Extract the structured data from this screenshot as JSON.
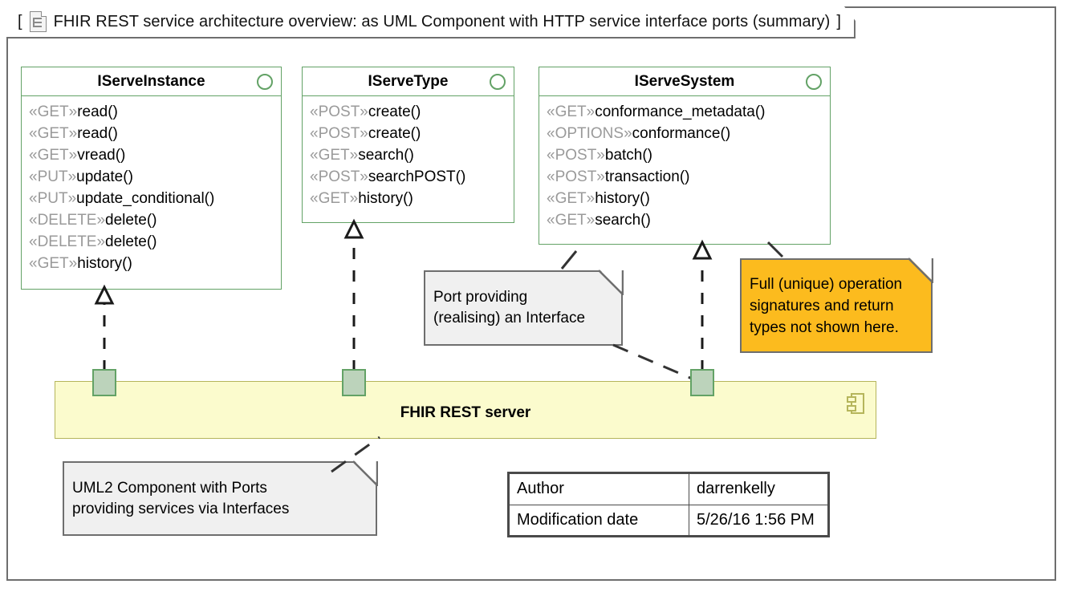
{
  "frame": {
    "label_open": "[",
    "label_close": "]",
    "title": "FHIR REST service architecture overview: as UML Component with HTTP service interface ports (summary)",
    "icon": "diagram-document-icon"
  },
  "interfaces": [
    {
      "name": "IServeInstance",
      "icon": "lollipop-interface-icon",
      "operations": [
        {
          "stereotype": "«GET»",
          "signature": "read()"
        },
        {
          "stereotype": "«GET»",
          "signature": "read()"
        },
        {
          "stereotype": "«GET»",
          "signature": "vread()"
        },
        {
          "stereotype": "«PUT»",
          "signature": "update()"
        },
        {
          "stereotype": "«PUT»",
          "signature": "update_conditional()"
        },
        {
          "stereotype": "«DELETE»",
          "signature": "delete()"
        },
        {
          "stereotype": "«DELETE»",
          "signature": "delete()"
        },
        {
          "stereotype": "«GET»",
          "signature": "history()"
        }
      ]
    },
    {
      "name": "IServeType",
      "icon": "lollipop-interface-icon",
      "operations": [
        {
          "stereotype": "«POST»",
          "signature": "create()"
        },
        {
          "stereotype": "«POST»",
          "signature": "create()"
        },
        {
          "stereotype": "«GET»",
          "signature": "search()"
        },
        {
          "stereotype": "«POST»",
          "signature": "searchPOST()"
        },
        {
          "stereotype": "«GET»",
          "signature": "history()"
        }
      ]
    },
    {
      "name": "IServeSystem",
      "icon": "lollipop-interface-icon",
      "operations": [
        {
          "stereotype": "«GET»",
          "signature": "conformance_metadata()"
        },
        {
          "stereotype": "«OPTIONS»",
          "signature": "conformance()"
        },
        {
          "stereotype": "«POST»",
          "signature": "batch()"
        },
        {
          "stereotype": "«POST»",
          "signature": "transaction()"
        },
        {
          "stereotype": "«GET»",
          "signature": "history()"
        },
        {
          "stereotype": "«GET»",
          "signature": "search()"
        }
      ]
    }
  ],
  "component": {
    "name": "FHIR REST server",
    "icon": "uml-component-icon",
    "ports": [
      "port-iserveinstance",
      "port-iservetype",
      "port-iservesystem"
    ]
  },
  "notes": [
    {
      "id": "note-port-interface",
      "style": "gray",
      "lines": [
        "Port providing",
        "(realising) an Interface"
      ]
    },
    {
      "id": "note-operation-signatures",
      "style": "orange",
      "lines": [
        "Full (unique) operation",
        "signatures and return",
        "types not shown here."
      ]
    },
    {
      "id": "note-component-ports",
      "style": "gray",
      "lines": [
        "UML2 Component with Ports",
        "providing services via Interfaces"
      ]
    }
  ],
  "info_table": {
    "rows": [
      {
        "key": "Author",
        "value": "darrenkelly"
      },
      {
        "key": "Modification date",
        "value": "5/26/16 1:56 PM"
      }
    ]
  },
  "colors": {
    "interface_border": "#63a266",
    "component_fill": "#fbfbcd",
    "component_border": "#b5b55b",
    "port_fill": "#bcd3bb",
    "note_gray": "#f0f0f0",
    "note_orange": "#fcbb1e",
    "frame_border": "#6e6e6e",
    "stereotype_text": "#9a9a9a"
  }
}
